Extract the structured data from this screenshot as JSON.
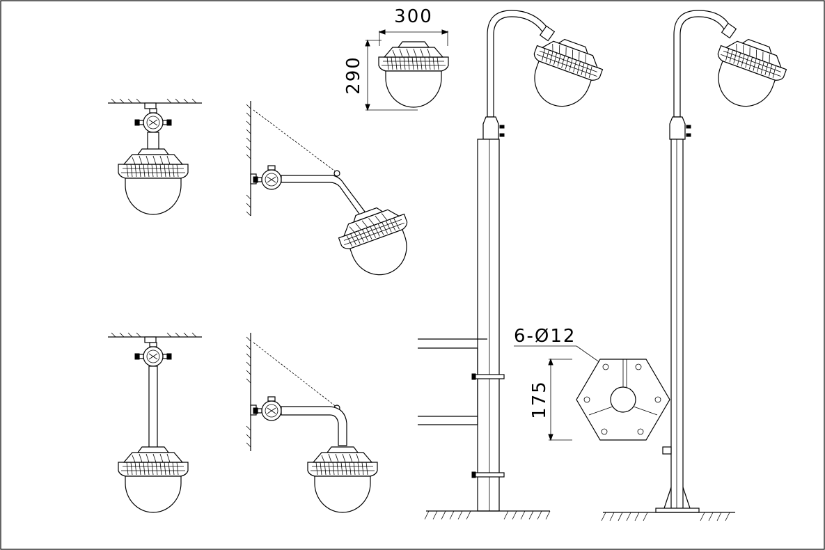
{
  "dimensions": {
    "width": "300",
    "height": "290",
    "base_height": "175",
    "holes": "6-Ø12"
  },
  "mounting_views": [
    "ceiling-short",
    "wall-bracket-upper",
    "ceiling-pendant-long",
    "wall-bracket-lower",
    "pole-with-wall-clamps",
    "pole-with-base-flange"
  ]
}
